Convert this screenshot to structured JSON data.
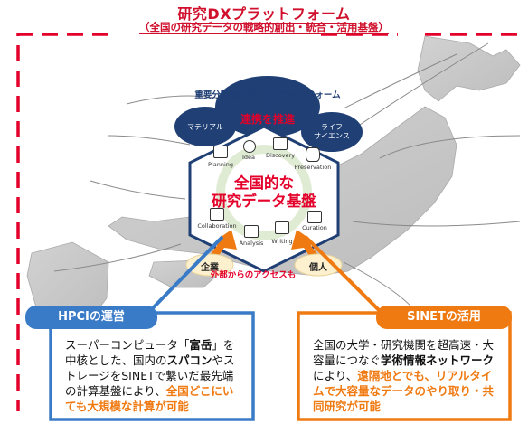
{
  "header": {
    "title": "研究DXプラットフォーム",
    "subtitle": "（全国の研究データの戦略的創出・統合・活用基盤）"
  },
  "diagram": {
    "field_bubbles": {
      "left": "マテリアル",
      "right_line1": "ライフ",
      "right_line2": "サイエンス"
    },
    "field_title_line1": "重要分野等のデータプラットフォーム",
    "field_title_line2": "との",
    "field_title_line3": "連携を推進",
    "stages": {
      "planning": "Planning",
      "idea": "Idea",
      "discovery": "Discovery",
      "preservation": "Preservation",
      "curation": "Curation",
      "writing": "Writing",
      "analysis": "Analysis",
      "collaboration": "Collaboration"
    },
    "hex_line1": "全国的な",
    "hex_line2": "研究データ基盤",
    "oval_left": "企業",
    "oval_right": "個人",
    "access": "外部からのアクセスも"
  },
  "hpci": {
    "header": "HPCIの運営",
    "seg1": "スーパーコンピュータ「",
    "seg2": "富岳",
    "seg3": "」を中核とした、国内の",
    "seg4": "スパコン",
    "seg5": "やストレージをSINETで繋いだ最先端の計算基盤により、",
    "seg6": "全国どこにいても大規模な計算が可能"
  },
  "sinet": {
    "header": "SINETの活用",
    "seg1": "全国の大学・研究機関を超高速・大容量につなぐ",
    "seg2": "学術情報ネットワーク",
    "seg3": "により、",
    "seg4": "遠隔地とでも、リアルタイムで大容量なデータのやり取り・共同研究が可能"
  },
  "colors": {
    "red": "#e4002b",
    "blue": "#3a7bc8",
    "orange": "#f07a12",
    "navy": "#1f3f75"
  }
}
